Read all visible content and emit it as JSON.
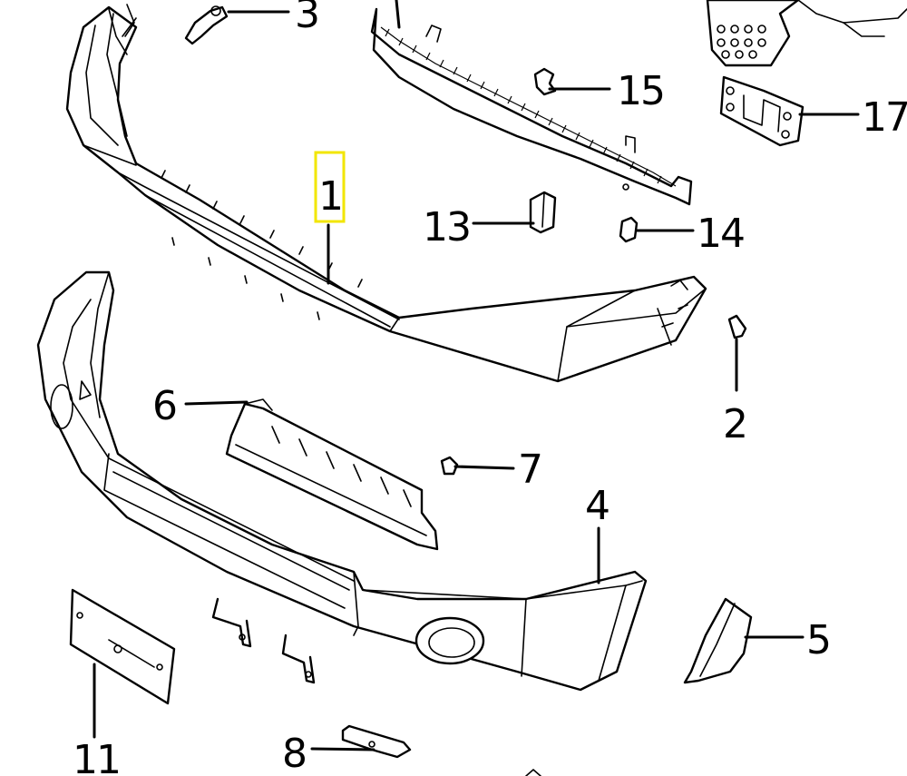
{
  "diagram": {
    "highlight_color": "#f2e600",
    "line_color": "#000000",
    "background": "#ffffff",
    "highlighted_callout": "1",
    "callouts": {
      "c1": "1",
      "c2": "2",
      "c3": "3",
      "c4": "4",
      "c5": "5",
      "c6": "6",
      "c7": "7",
      "c8": "8",
      "c11": "11",
      "c13": "13",
      "c14": "14",
      "c15": "15",
      "c17": "17"
    }
  }
}
